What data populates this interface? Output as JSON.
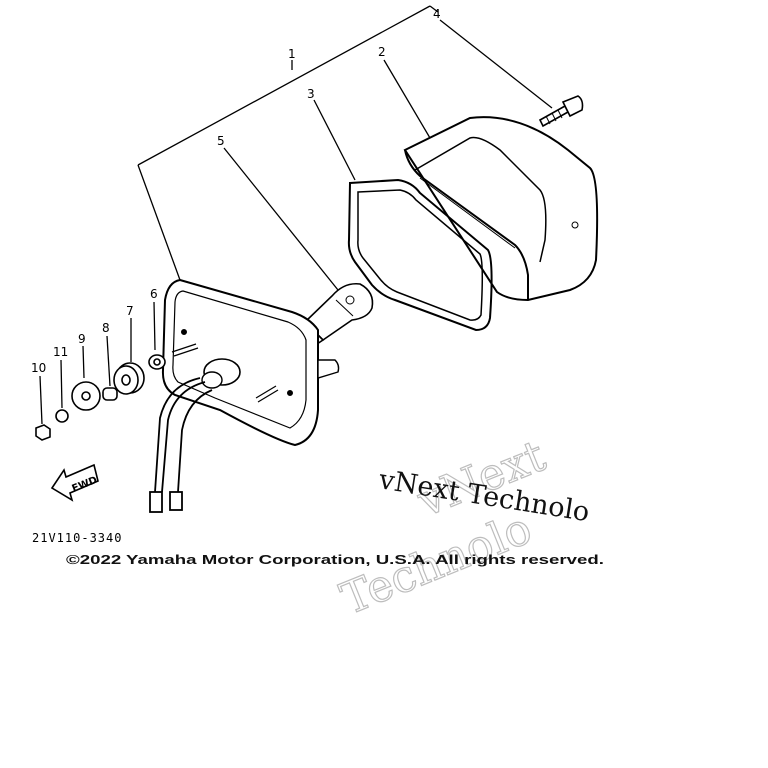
{
  "callouts": {
    "n1": "1",
    "n2": "2",
    "n3": "3",
    "n4": "4",
    "n5": "5",
    "n6": "6",
    "n7": "7",
    "n8": "8",
    "n9": "9",
    "n10": "10",
    "n11": "11"
  },
  "direction_label": "FWD",
  "part_code": "21V110-3340",
  "watermark": {
    "large_line1": "vNext",
    "large_line2": "Technolo",
    "small": "vNext Technolo"
  },
  "copyright": "©2022 Yamaha Motor Corporation, U.S.A. All rights reserved.",
  "colors": {
    "ink": "#000000",
    "watermark": "#bdbdbd",
    "paper": "#ffffff"
  }
}
